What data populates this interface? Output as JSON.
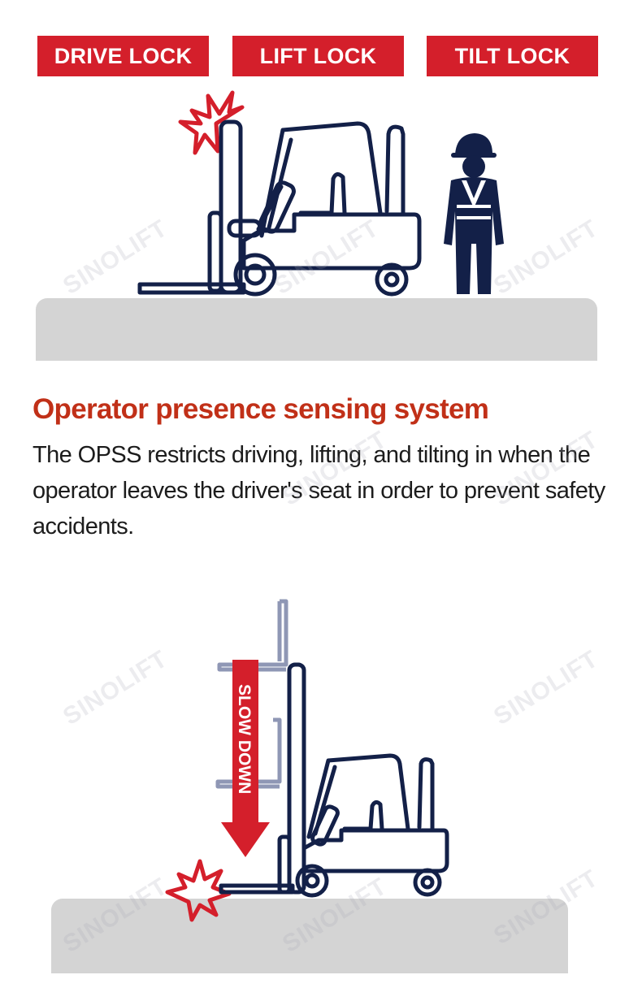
{
  "badges": {
    "drive": "DRIVE LOCK",
    "lift": "LIFT LOCK",
    "tilt": "TILT LOCK"
  },
  "section": {
    "title": "Operator presence sensing system",
    "description": "The OPSS restricts driving, lifting, and tilting in when the operator leaves the driver's seat in order to prevent safety accidents."
  },
  "arrow": {
    "label": "SLOW DOWN"
  },
  "watermark": "SINOLIFT",
  "colors": {
    "accent_red": "#d41f2b",
    "title_red": "#c13018",
    "navy": "#132048",
    "floor_gray": "#d4d4d4",
    "faded_fork": "#8f97b5"
  }
}
